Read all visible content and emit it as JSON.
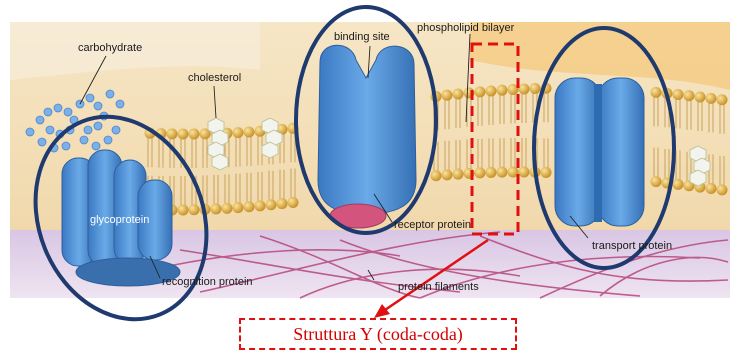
{
  "diagram": {
    "labels": {
      "carbohydrate": "carbohydrate",
      "cholesterol": "cholesterol",
      "binding_site": "binding site",
      "phospholipid_bilayer": "phospholipid bilayer",
      "glycoprotein": "glycoprotein",
      "recognition_protein": "recognition protein",
      "receptor_protein": "receptor protein",
      "protein_filaments": "protein filaments",
      "transport_protein": "transport protein"
    },
    "annotation": {
      "caption": "Struttura Y (coda-coda)",
      "highlight_color": "#e01010",
      "circle_color": "#1f3a6e"
    },
    "colors": {
      "protein": "#4a8fd6",
      "lipid_head": "#d9a83a",
      "background": "#f3e3c3",
      "cytoplasm": "#e8d8ee",
      "filaments": "#b5477d"
    }
  }
}
